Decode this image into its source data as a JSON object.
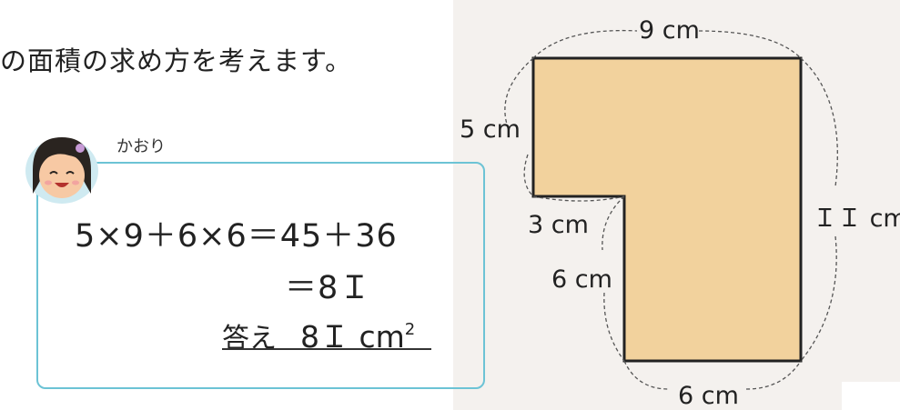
{
  "heading": "の面積の求め方を考えます。",
  "character": {
    "name": "かおり"
  },
  "solution": {
    "line1": "5×9＋6×6＝45＋36",
    "line2": "＝8Ｉ",
    "answer_label": "答え",
    "answer_value": "8Ｉ cm",
    "answer_exp": "2"
  },
  "figure": {
    "fill_color": "#f2d29d",
    "dimensions": {
      "top": "9 cm",
      "left_upper": "5 cm",
      "notch": "3 cm",
      "left_lower": "6 cm",
      "bottom": "6 cm",
      "right": "ＩＩ cm"
    }
  }
}
